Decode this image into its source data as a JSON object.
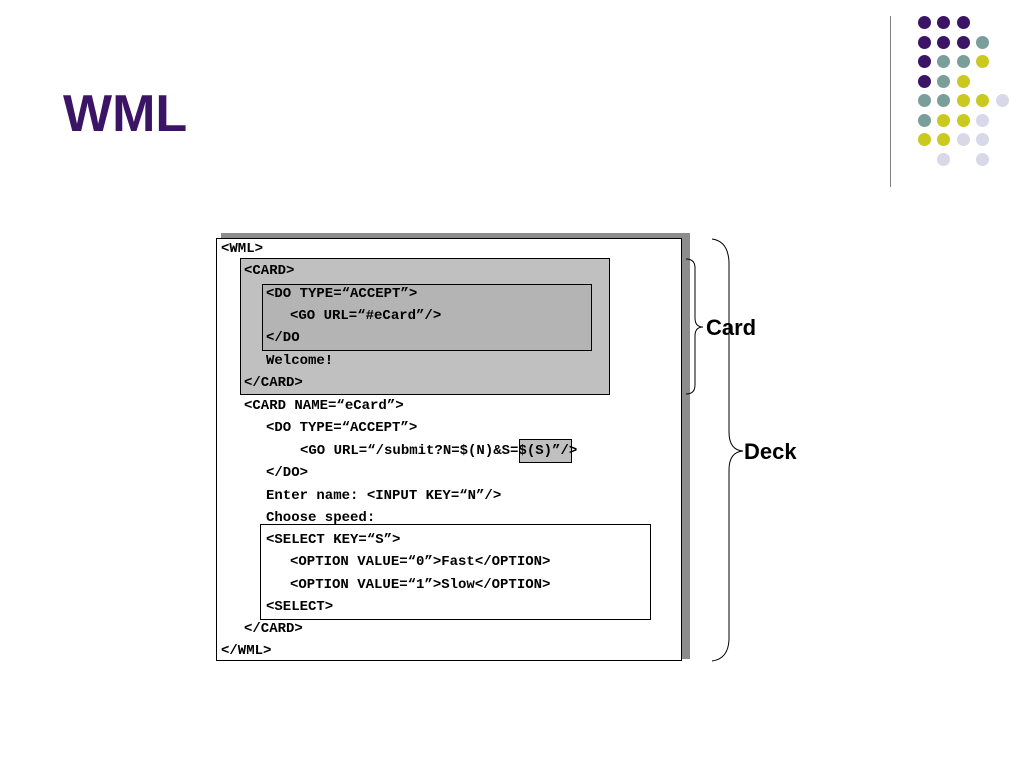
{
  "slide": {
    "title": "WML"
  },
  "code": {
    "lines": [
      "<WML>",
      "<CARD>",
      "<DO TYPE=“ACCEPT”>",
      "<GO URL=“#eCard”/>",
      "</DO",
      "Welcome!",
      "</CARD>",
      "<CARD NAME=“eCard”>",
      "<DO TYPE=“ACCEPT”>",
      "<GO URL=“/submit?N=$(N)&S=$(S)”/>",
      "</DO>",
      "Enter name: <INPUT KEY=“N”/>",
      "Choose speed:",
      "<SELECT KEY=“S”>",
      "<OPTION VALUE=“0”>Fast</OPTION>",
      "<OPTION VALUE=“1”>Slow</OPTION>",
      "<SELECT>",
      "</CARD>",
      "</WML>"
    ]
  },
  "annotations": {
    "card_label": "Card",
    "deck_label": "Deck"
  },
  "decoration": {
    "dot_colors": {
      "purple": "#3b1466",
      "teal": "#7a9e9a",
      "yellow": "#c9c91f",
      "lavender": "#d8d8e8"
    }
  }
}
